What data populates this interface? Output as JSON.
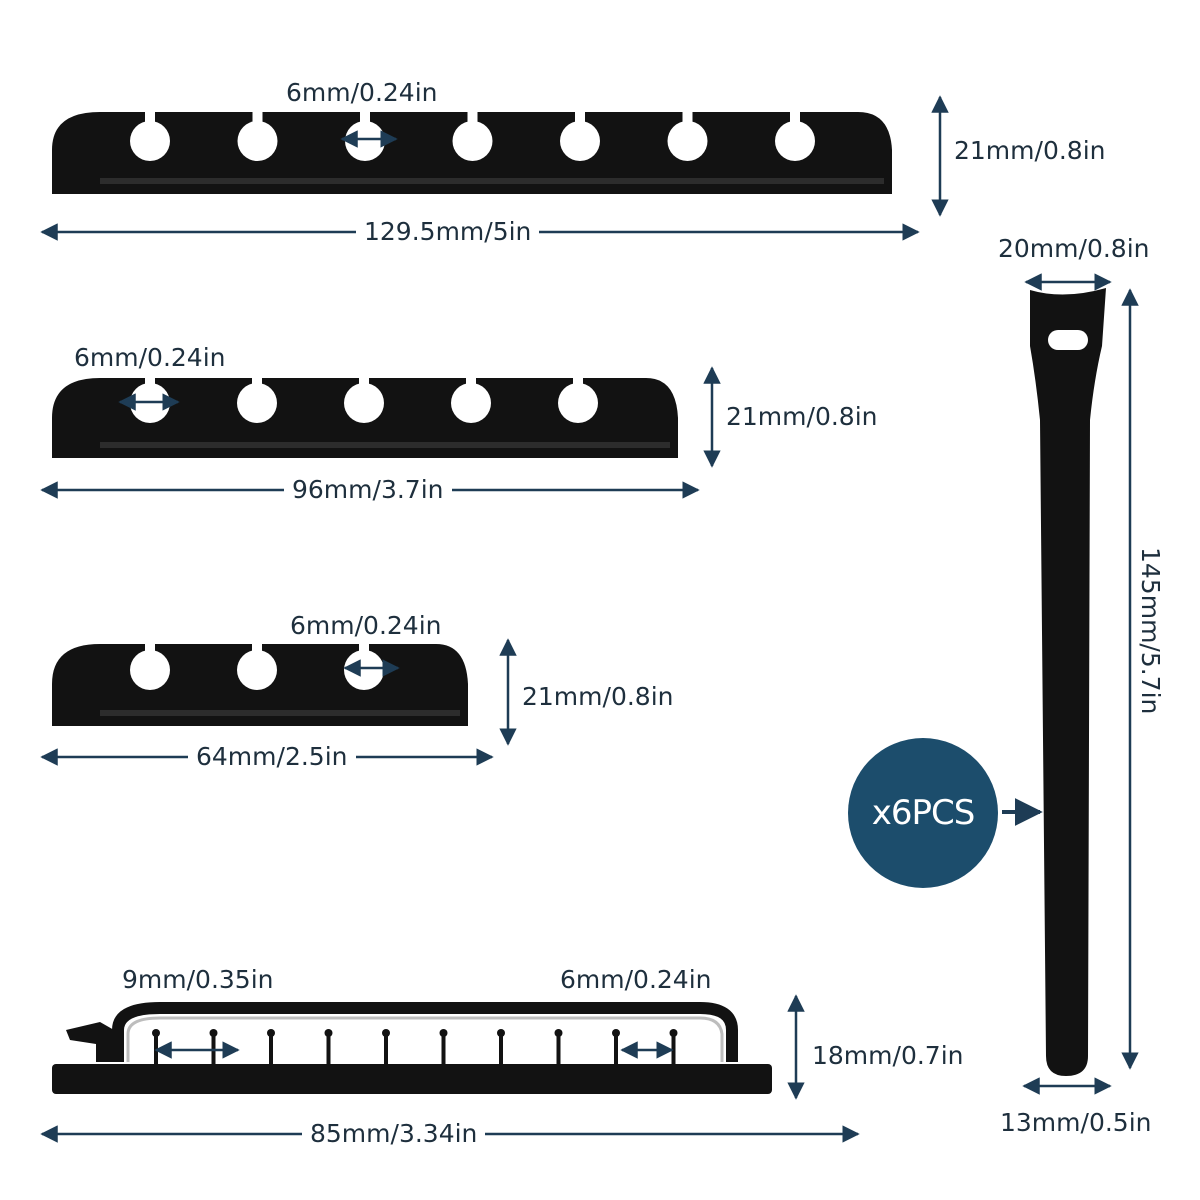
{
  "colors": {
    "product": "#121212",
    "product_highlight": "#2c2c2c",
    "dimension_line": "#1e3c55",
    "badge": "#1c4d6c",
    "badge_text": "#ffffff",
    "text": "#1e2f3d"
  },
  "holders": [
    {
      "slots": 7,
      "slot_label": "6mm/0.24in",
      "height_label": "21mm/0.8in",
      "length_label": "129.5mm/5in"
    },
    {
      "slots": 5,
      "slot_label": "6mm/0.24in",
      "height_label": "21mm/0.8in",
      "length_label": "96mm/3.7in"
    },
    {
      "slots": 3,
      "slot_label": "6mm/0.24in",
      "height_label": "21mm/0.8in",
      "length_label": "64mm/2.5in"
    }
  ],
  "organizer": {
    "slots": 10,
    "large_slot_label": "9mm/0.35in",
    "small_slot_label": "6mm/0.24in",
    "height_label": "18mm/0.7in",
    "length_label": "85mm/3.34in"
  },
  "strap": {
    "top_width_label": "20mm/0.8in",
    "length_label": "145mm/5.7in",
    "bottom_width_label": "13mm/0.5in"
  },
  "badge": {
    "label": "x6PCS"
  }
}
